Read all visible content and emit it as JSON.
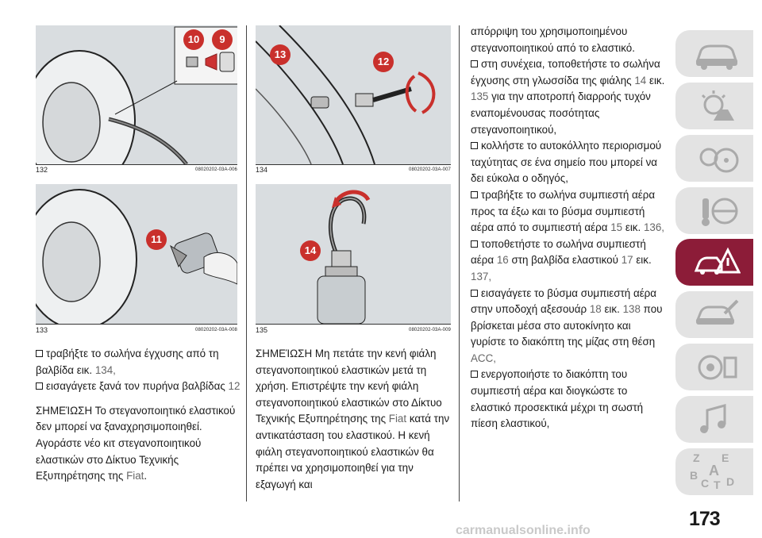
{
  "figures": [
    {
      "num": "132",
      "code": "08020202-03A-006",
      "badges": [
        "10",
        "9"
      ]
    },
    {
      "num": "134",
      "code": "08020202-03A-007",
      "badges": [
        "13",
        "12"
      ]
    },
    {
      "num": "133",
      "code": "08020202-03A-008",
      "badges": [
        "11"
      ]
    },
    {
      "num": "135",
      "code": "08020202-03A-009",
      "badges": [
        "14"
      ]
    }
  ],
  "col1": {
    "items": [
      {
        "text": "τραβήξτε το σωλήνα έγχυσης από τη βαλβίδα εικ.",
        "ref": "134,"
      },
      {
        "text": "εισαγάγετε ξανά τον πυρήνα βαλβίδας",
        "ref": "12"
      }
    ],
    "note": "ΣΗΜΕΊΩΣΗ Το στεγανοποιητικό ελαστικού δεν μπορεί να ξαναχρησιμοποιηθεί. Αγοράστε νέο κιτ στεγανοποιητικού ελαστικών στο Δίκτυο Τεχνικής Εξυπηρέτησης της",
    "note_ref": "Fiat",
    "note_end": "."
  },
  "col2": {
    "note_a": "ΣΗΜΕΊΩΣΗ Μη πετάτε την κενή φιάλη στεγανοποιητικού ελαστικών μετά τη χρήση. Επιστρέψτε την κενή φιάλη στεγανοποιητικού ελαστικών στο Δίκτυο Τεχνικής Εξυπηρέτησης της",
    "note_ref": "Fiat",
    "note_b": "κατά την αντικατάσταση του ελαστικού. Η κενή φιάλη στεγανοποιητικού ελαστικών θα πρέπει να χρησιμοποιηθεί για την εξαγωγή και"
  },
  "col3": {
    "intro": "απόρριψη του χρησιμοποιημένου στεγανοποιητικού από το ελαστικό.",
    "items": [
      {
        "a": "στη συνέχεια, τοποθετήστε το σωλήνα έγχυσης στη γλωσσίδα της φιάλης",
        "r1": "14",
        "b": "εικ.",
        "r2": "135",
        "c": "για την αποτροπή διαρροής τυχόν εναπομένουσας ποσότητας στεγανοποιητικού,"
      },
      {
        "a": "κολλήστε το αυτοκόλλητο περιορισμού ταχύτητας σε ένα σημείο που μπορεί να δει εύκολα ο οδηγός,"
      },
      {
        "a": "τραβήξτε το σωλήνα συμπιεστή αέρα προς τα έξω και το βύσμα συμπιεστή αέρα από το συμπιεστή αέρα",
        "r1": "15",
        "b": "εικ.",
        "r2": "136,"
      },
      {
        "a": "τοποθετήστε το σωλήνα συμπιεστή αέρα",
        "r1": "16",
        "b": "στη βαλβίδα ελαστικού",
        "r2": "17",
        "c": "εικ.",
        "r3": "137,"
      },
      {
        "a": "εισαγάγετε το βύσμα συμπιεστή αέρα στην υποδοχή αξεσουάρ",
        "r1": "18",
        "b": "εικ.",
        "r2": "138",
        "c": "που βρίσκεται μέσα στο αυτοκίνητο και γυρίστε το διακόπτη της μίζας στη θέση",
        "r3": "ACC,"
      },
      {
        "a": "ενεργοποιήστε το διακόπτη του συμπιεστή αέρα και διογκώστε το ελαστικό προσεκτικά μέχρι τη σωστή πίεση ελαστικού,"
      }
    ]
  },
  "sidebar": {
    "tabs": [
      {
        "icon": "car-info-icon",
        "active": false
      },
      {
        "icon": "dashboard-lights-icon",
        "active": false
      },
      {
        "icon": "safety-steering-icon",
        "active": false
      },
      {
        "icon": "emergency-icon",
        "active": true
      },
      {
        "icon": "maintenance-car-icon",
        "active": false
      },
      {
        "icon": "technical-data-icon",
        "active": false
      },
      {
        "icon": "multimedia-icon",
        "active": false
      },
      {
        "icon": "alphabetical-index-icon",
        "active": false
      }
    ],
    "index_letters": [
      "Z",
      "E",
      "A",
      "B",
      "C",
      "T",
      "D"
    ],
    "active_color": "#8c1c38",
    "inactive_color": "#e3e3e3"
  },
  "page_number": "173",
  "watermark": "carmanualsonline.info"
}
